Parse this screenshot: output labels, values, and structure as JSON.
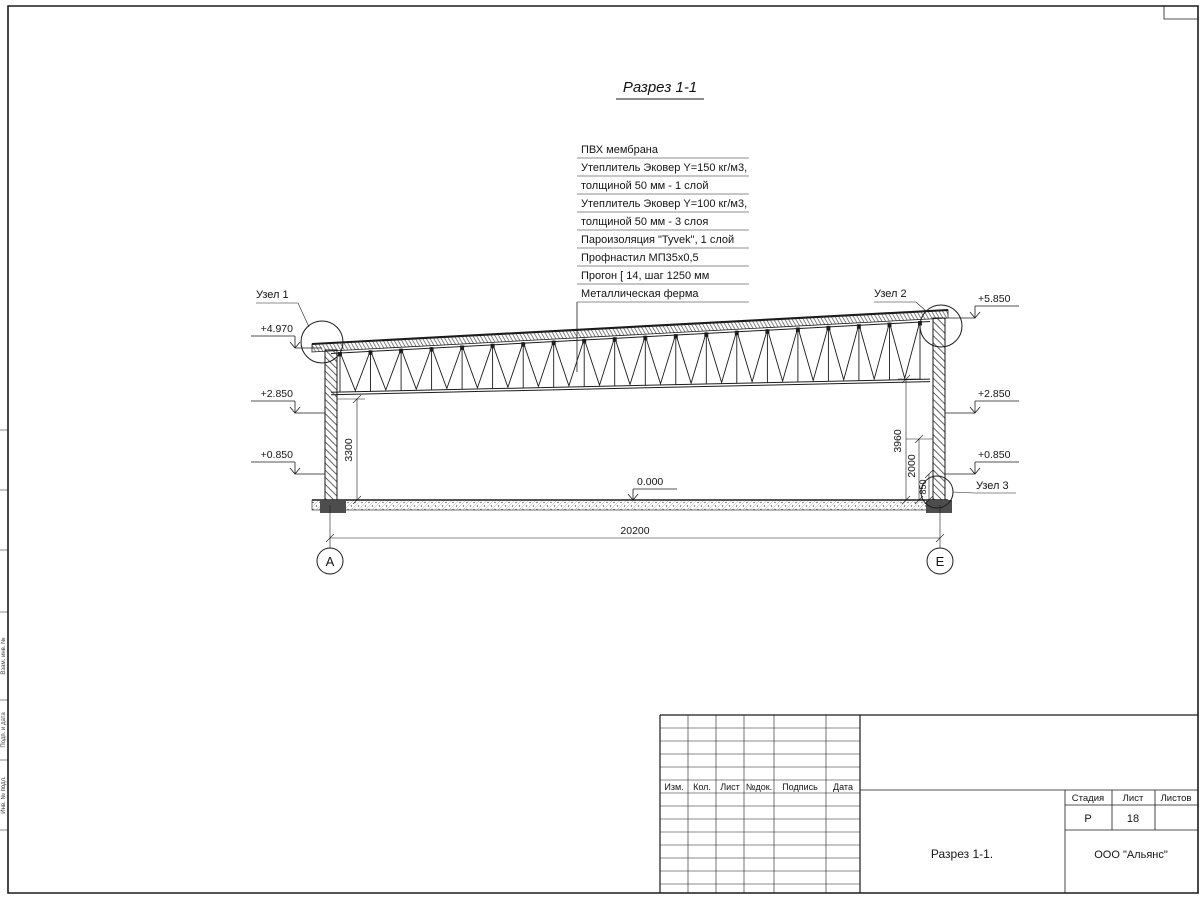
{
  "sheet": {
    "title": "Разрез 1-1"
  },
  "callout": {
    "lines": [
      "ПВХ мембрана",
      "Утеплитель Эковер Y=150 кг/м3,",
      "толщиной 50 мм - 1 слой",
      "Утеплитель Эковер Y=100 кг/м3,",
      "толщиной 50 мм - 3 слоя",
      "Пароизоляция \"Tyvek\", 1 слой",
      "Профнастил МП35х0,5",
      "Прогон [ 14, шаг 1250 мм",
      "Металлическая ферма"
    ]
  },
  "nodes": {
    "node1": "Узел 1",
    "node2": "Узел 2",
    "node3": "Узел 3"
  },
  "elevations": {
    "left": [
      "+4.970",
      "+2.850",
      "+0.850"
    ],
    "right": [
      "+5.850",
      "+2.850",
      "+0.850"
    ],
    "zero": "0.000"
  },
  "dimensions": {
    "span": "20200",
    "left_height": "3300",
    "right_heights": [
      "3960",
      "2000",
      "850"
    ]
  },
  "axes": {
    "left": "А",
    "right": "Е"
  },
  "titleblock": {
    "header": [
      "Изм.",
      "Кол.",
      "Лист",
      "№док.",
      "Подпись",
      "Дата"
    ],
    "stage_label": "Стадия",
    "sheet_label": "Лист",
    "sheets_label": "Листов",
    "stage_value": "Р",
    "sheet_value": "18",
    "drawing_name": "Разрез 1-1.",
    "company": "ООО \"Альянс\""
  },
  "margin_labels": [
    "Взам. инв. №",
    "Подп. и дата",
    "Инв. № подл."
  ]
}
